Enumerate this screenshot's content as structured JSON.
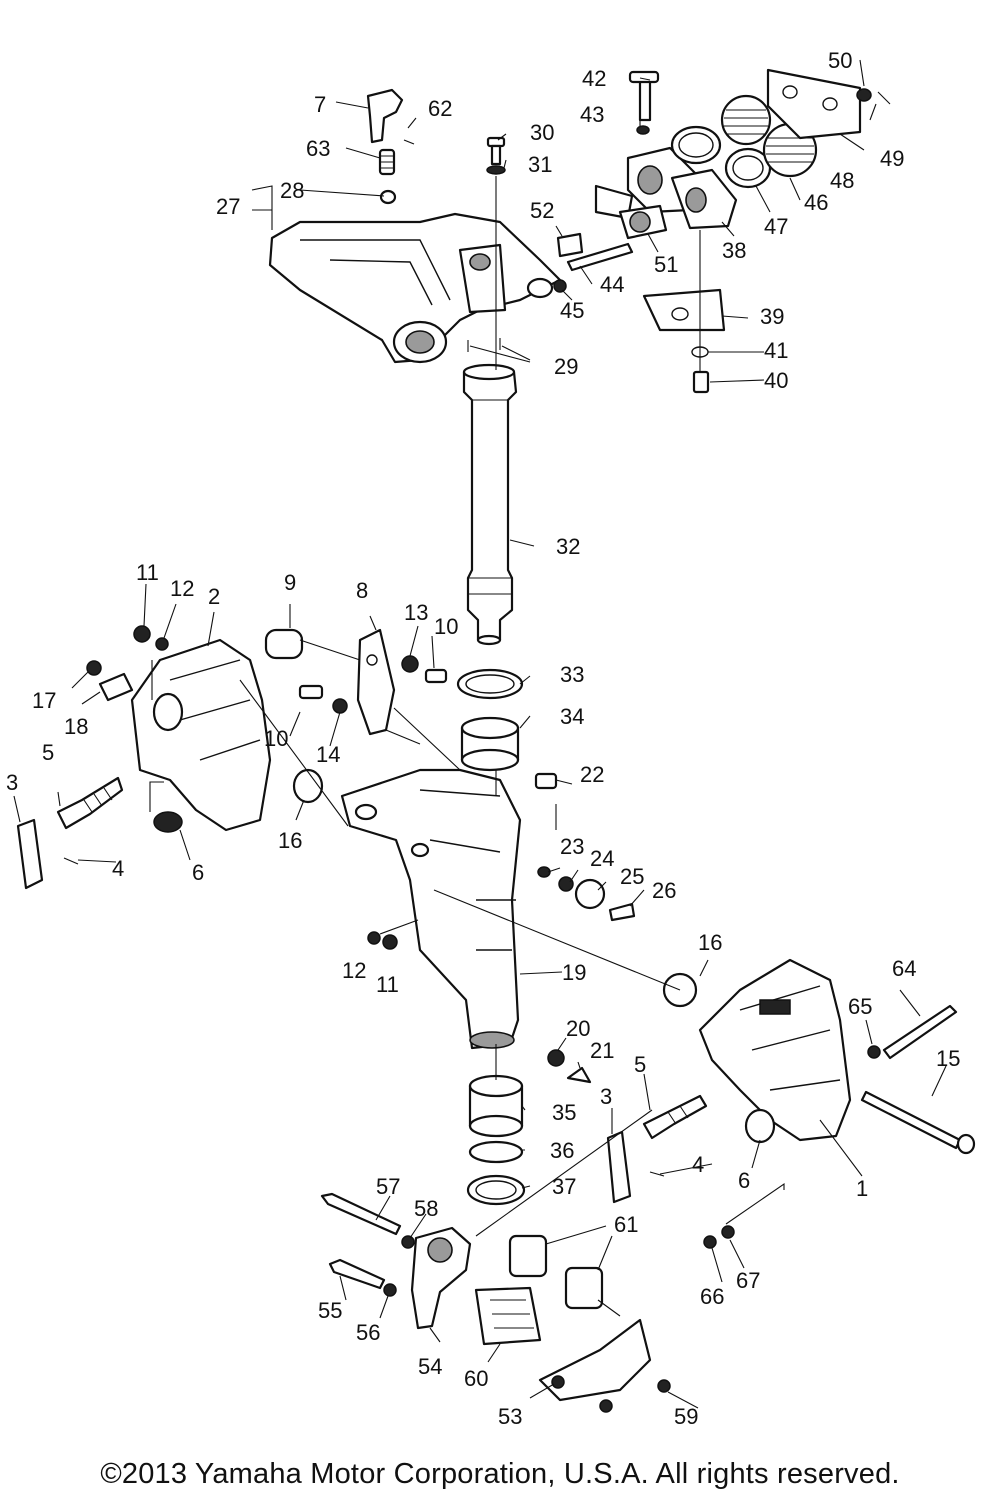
{
  "copyright": "©2013 Yamaha Motor Corporation, U.S.A. All rights reserved.",
  "callouts": [
    "1",
    "2",
    "3",
    "4",
    "5",
    "6",
    "7",
    "8",
    "9",
    "10",
    "11",
    "12",
    "13",
    "14",
    "15",
    "16",
    "17",
    "18",
    "19",
    "20",
    "21",
    "22",
    "23",
    "24",
    "25",
    "26",
    "27",
    "28",
    "29",
    "30",
    "31",
    "32",
    "33",
    "34",
    "35",
    "36",
    "37",
    "38",
    "39",
    "40",
    "41",
    "42",
    "43",
    "44",
    "45",
    "46",
    "47",
    "48",
    "49",
    "50",
    "51",
    "52",
    "53",
    "54",
    "55",
    "56",
    "57",
    "58",
    "59",
    "60",
    "61",
    "62",
    "63",
    "64",
    "65",
    "66",
    "67"
  ]
}
